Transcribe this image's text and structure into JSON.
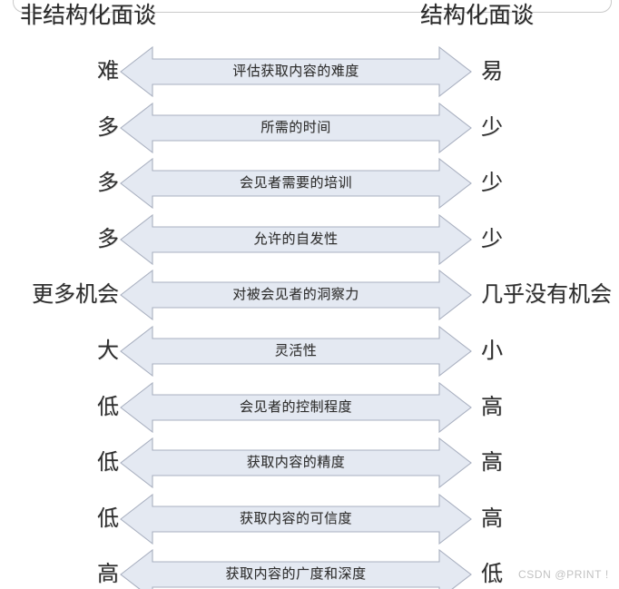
{
  "diagram": {
    "type": "comparison-continuum",
    "headers": {
      "left": "非结构化面谈",
      "right": "结构化面谈"
    },
    "watermark": "CSDN @PRINT !",
    "arrow": {
      "style": "double-headed-horizontal",
      "fill_color": "#e4e9f2",
      "stroke_color": "#a9b0c0"
    },
    "rows": [
      {
        "left": "难",
        "criterion": "评估获取内容的难度",
        "right": "易"
      },
      {
        "left": "多",
        "criterion": "所需的时间",
        "right": "少"
      },
      {
        "left": "多",
        "criterion": "会见者需要的培训",
        "right": "少"
      },
      {
        "left": "多",
        "criterion": "允许的自发性",
        "right": "少"
      },
      {
        "left": "更多机会",
        "criterion": "对被会见者的洞察力",
        "right": "几乎没有机会"
      },
      {
        "left": "大",
        "criterion": "灵活性",
        "right": "小"
      },
      {
        "left": "低",
        "criterion": "会见者的控制程度",
        "right": "高"
      },
      {
        "left": "低",
        "criterion": "获取内容的精度",
        "right": "高"
      },
      {
        "left": "低",
        "criterion": "获取内容的可信度",
        "right": "高"
      },
      {
        "left": "高",
        "criterion": "获取内容的广度和深度",
        "right": "低"
      }
    ]
  }
}
